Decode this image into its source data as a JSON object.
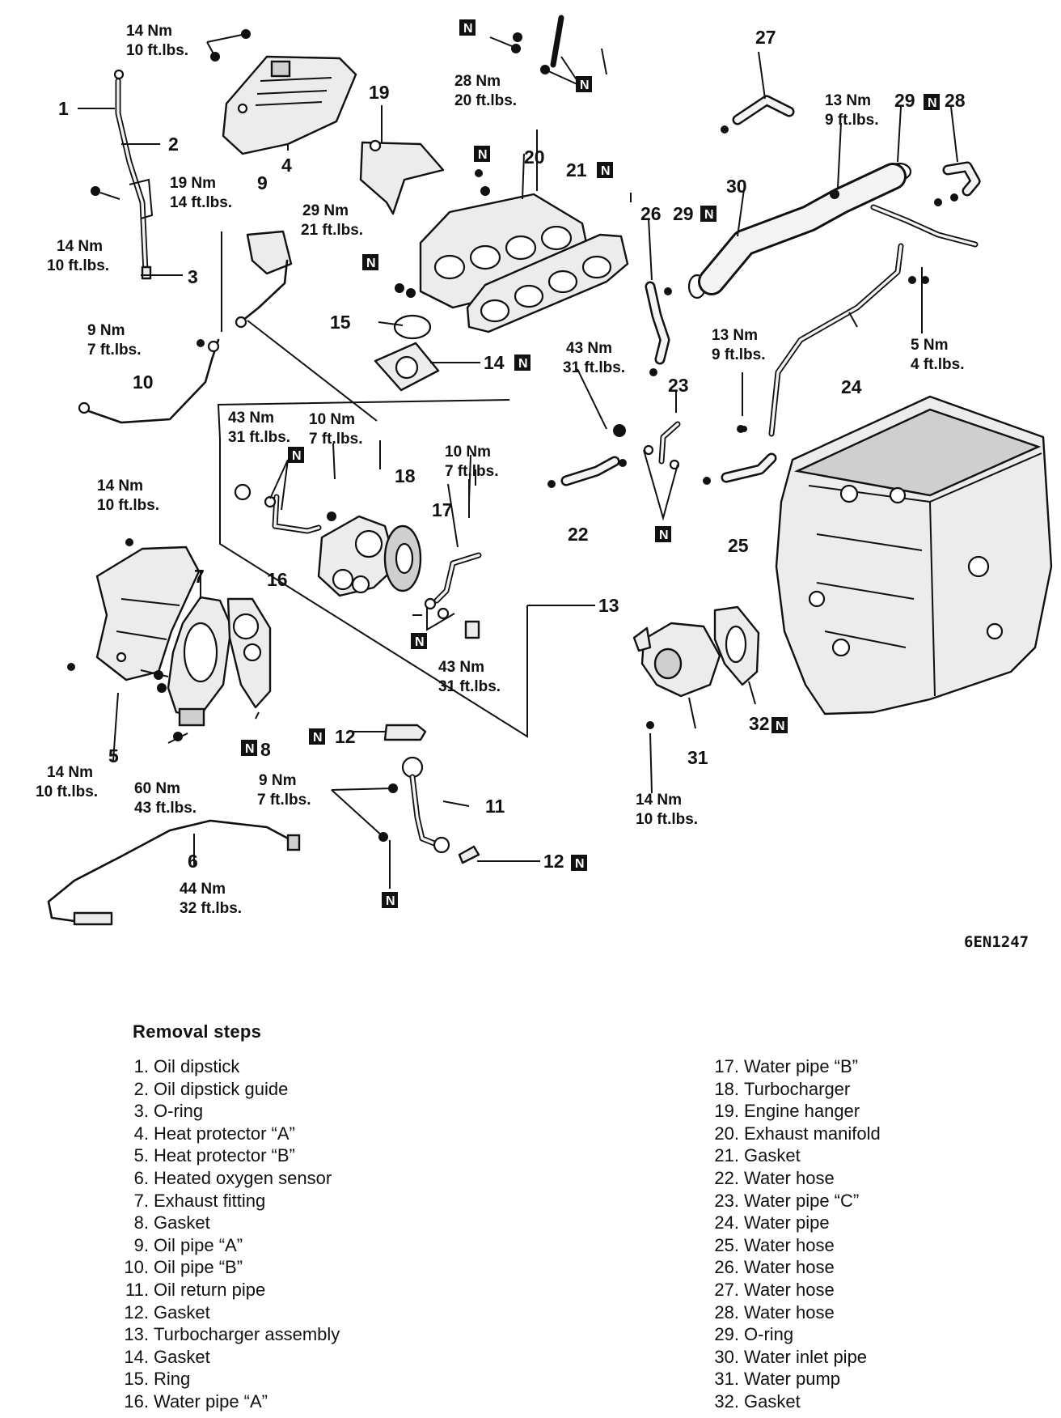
{
  "figure_code": "6EN1247",
  "part_labels": [
    "1",
    "2",
    "3",
    "4",
    "5",
    "6",
    "7",
    "8",
    "9",
    "10",
    "11",
    "12",
    "12",
    "13",
    "14",
    "15",
    "16",
    "17",
    "18",
    "19",
    "20",
    "21",
    "22",
    "23",
    "24",
    "25",
    "26",
    "27",
    "28",
    "29",
    "29",
    "30",
    "31",
    "32"
  ],
  "new_part_mark": "N",
  "torque_specs": {
    "t14a_nm": "14 Nm",
    "t14a_ft": "10 ft.lbs.",
    "t14b_nm": "14 Nm",
    "t14b_ft": "10 ft.lbs.",
    "t19_nm": "19 Nm",
    "t19_ft": "14 ft.lbs.",
    "t9a_nm": "9 Nm",
    "t9a_ft": "7 ft.lbs.",
    "t29_nm": "29 Nm",
    "t29_ft": "21 ft.lbs.",
    "t28_nm": "28 Nm",
    "t28_ft": "20 ft.lbs.",
    "t13a_nm": "13 Nm",
    "t13a_ft": "9 ft.lbs.",
    "t43a_nm": "43 Nm",
    "t43a_ft": "31 ft.lbs.",
    "t13b_nm": "13 Nm",
    "t13b_ft": "9 ft.lbs.",
    "t5_nm": "5 Nm",
    "t5_ft": "4 ft.lbs.",
    "t43b_nm": "43 Nm",
    "t43b_ft": "31 ft.lbs.",
    "t10a_nm": "10 Nm",
    "t10a_ft": "7 ft.lbs.",
    "t10b_nm": "10 Nm",
    "t10b_ft": "7 ft.lbs.",
    "t43c_nm": "43 Nm",
    "t43c_ft": "31 ft.lbs.",
    "t14c_nm": "14 Nm",
    "t14c_ft": "10 ft.lbs.",
    "t14d_nm": "14 Nm",
    "t14d_ft": "10 ft.lbs.",
    "t60_nm": "60 Nm",
    "t60_ft": "43 ft.lbs.",
    "t9b_nm": "9 Nm",
    "t9b_ft": "7 ft.lbs.",
    "t44_nm": "44 Nm",
    "t44_ft": "32 ft.lbs.",
    "t14e_nm": "14 Nm",
    "t14e_ft": "10 ft.lbs."
  },
  "removal_steps": {
    "title": "Removal steps",
    "items": [
      {
        "no": "1.",
        "text": "Oil dipstick"
      },
      {
        "no": "2.",
        "text": "Oil dipstick guide"
      },
      {
        "no": "3.",
        "text": "O-ring"
      },
      {
        "no": "4.",
        "text": "Heat protector “A”"
      },
      {
        "no": "5.",
        "text": "Heat protector “B”"
      },
      {
        "no": "6.",
        "text": "Heated oxygen sensor"
      },
      {
        "no": "7.",
        "text": "Exhaust fitting"
      },
      {
        "no": "8.",
        "text": "Gasket"
      },
      {
        "no": "9.",
        "text": "Oil pipe “A”"
      },
      {
        "no": "10.",
        "text": "Oil pipe “B”"
      },
      {
        "no": "11.",
        "text": "Oil return pipe"
      },
      {
        "no": "12.",
        "text": "Gasket"
      },
      {
        "no": "13.",
        "text": "Turbocharger assembly"
      },
      {
        "no": "14.",
        "text": "Gasket"
      },
      {
        "no": "15.",
        "text": "Ring"
      },
      {
        "no": "16.",
        "text": "Water pipe “A”"
      },
      {
        "no": "17.",
        "text": "Water pipe “B”"
      },
      {
        "no": "18.",
        "text": "Turbocharger"
      },
      {
        "no": "19.",
        "text": "Engine hanger"
      },
      {
        "no": "20.",
        "text": "Exhaust manifold"
      },
      {
        "no": "21.",
        "text": "Gasket"
      },
      {
        "no": "22.",
        "text": "Water hose"
      },
      {
        "no": "23.",
        "text": "Water pipe “C”"
      },
      {
        "no": "24.",
        "text": "Water pipe"
      },
      {
        "no": "25.",
        "text": "Water hose"
      },
      {
        "no": "26.",
        "text": "Water hose"
      },
      {
        "no": "27.",
        "text": "Water hose"
      },
      {
        "no": "28.",
        "text": "Water hose"
      },
      {
        "no": "29.",
        "text": "O-ring"
      },
      {
        "no": "30.",
        "text": "Water inlet pipe"
      },
      {
        "no": "31.",
        "text": "Water pump"
      },
      {
        "no": "32.",
        "text": "Gasket"
      }
    ]
  }
}
